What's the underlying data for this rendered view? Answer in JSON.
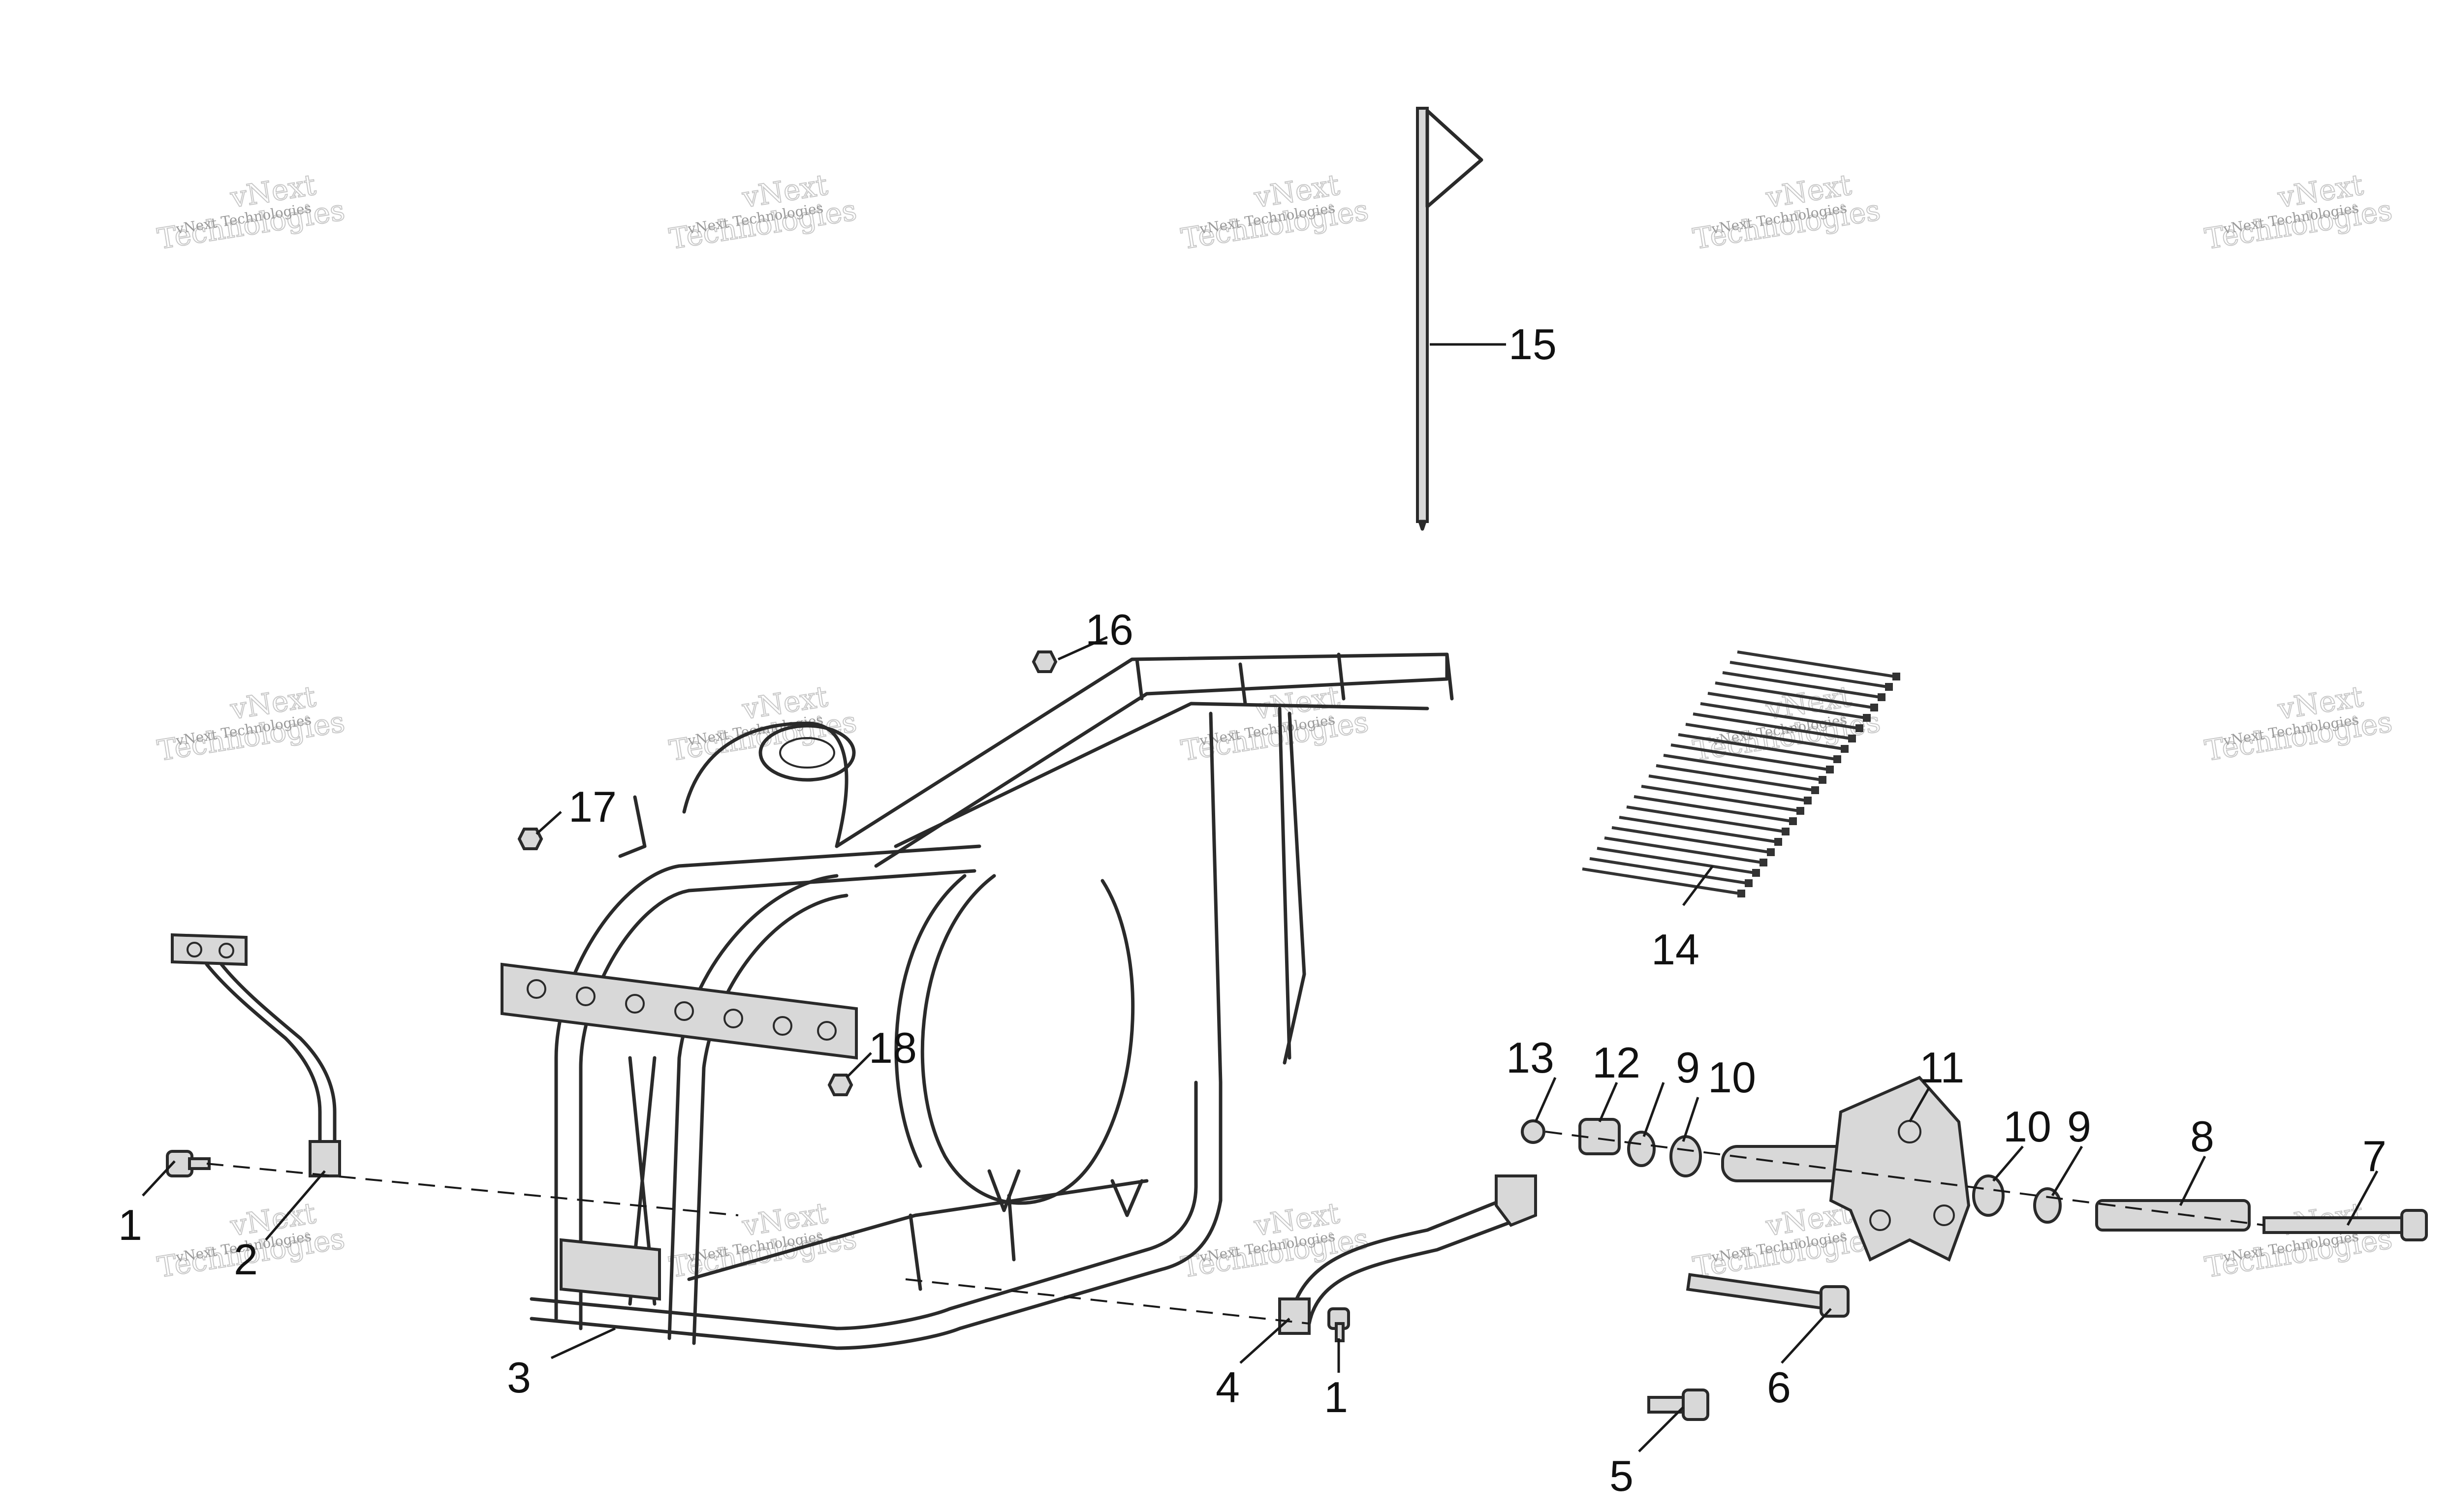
{
  "watermark": {
    "brand_line": "vNext Technologies",
    "big_line": "Technologies",
    "small_word": "vNext"
  },
  "callouts": {
    "c1a": "1",
    "c2": "2",
    "c3": "3",
    "c4": "4",
    "c1b": "1",
    "c5": "5",
    "c6": "6",
    "c7": "7",
    "c8": "8",
    "c9a": "9",
    "c10a": "10",
    "c11": "11",
    "c12": "12",
    "c13": "13",
    "c10b": "10",
    "c9b": "9",
    "c14": "14",
    "c15": "15",
    "c16": "16",
    "c17": "17",
    "c18": "18"
  }
}
